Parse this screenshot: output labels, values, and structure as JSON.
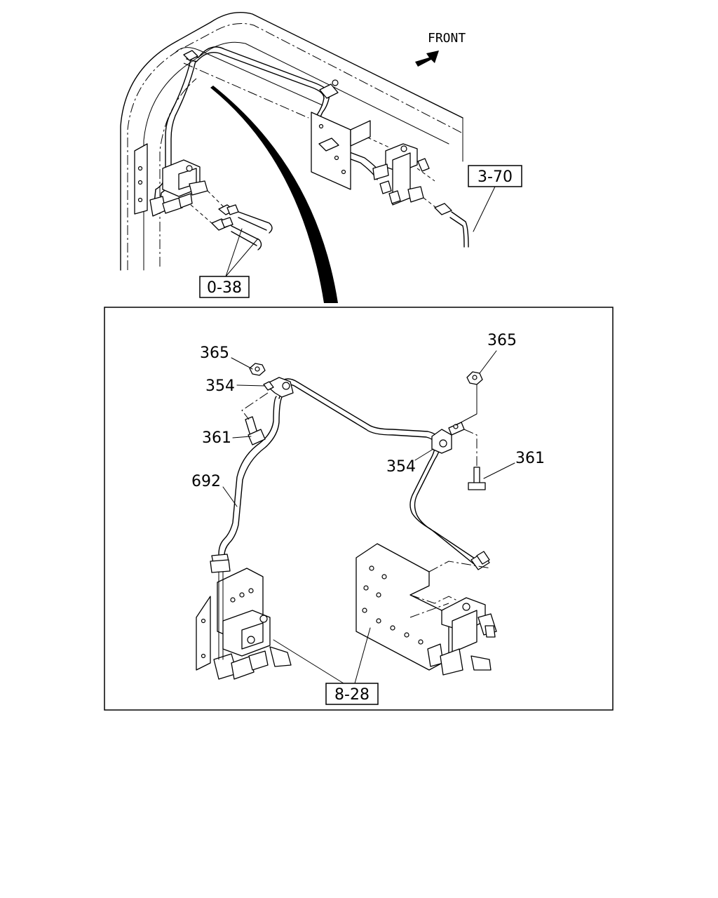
{
  "orientation": {
    "label": "FRONT",
    "arrow_icon": "arrow-northeast-icon"
  },
  "references": {
    "upper_left": "0-38",
    "upper_right": "3-70",
    "detail_bottom": "8-28"
  },
  "callouts": {
    "nut_left": "365",
    "clip_left": "354",
    "bolt_left": "361",
    "pipe": "692",
    "nut_right": "365",
    "clip_right": "354",
    "bolt_right": "361"
  }
}
